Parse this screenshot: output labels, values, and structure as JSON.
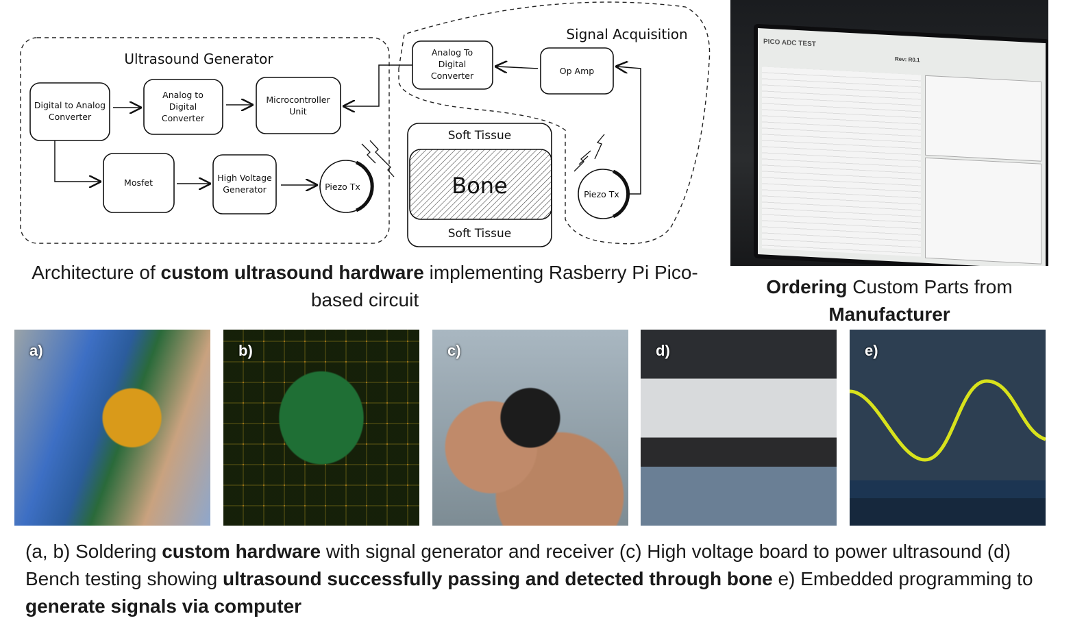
{
  "diagram": {
    "generator_title": "Ultrasound Generator",
    "acquisition_title": "Signal Acquisition",
    "dac": [
      "Digital to Analog",
      "Converter"
    ],
    "adc": [
      "Analog to",
      "Digital",
      "Converter"
    ],
    "mcu": [
      "Microcontroller",
      "Unit"
    ],
    "mosfet": "Mosfet",
    "hvg": [
      "High Voltage",
      "Generator"
    ],
    "piezo_tx": "Piezo Tx",
    "adc2": [
      "Analog To",
      "Digital",
      "Converter"
    ],
    "op_amp": "Op Amp",
    "soft_tissue_top": "Soft Tissue",
    "bone": "Bone",
    "soft_tissue_bottom": "Soft Tissue",
    "piezo_rx": "Piezo Tx"
  },
  "caption_architecture": {
    "p1": "Architecture of ",
    "b1": "custom ultrasound hardware",
    "p2": " implementing Rasberry Pi Pico-based circuit"
  },
  "laptop": {
    "screen_title": "PICO ADC TEST",
    "revision": "Rev: R0.1"
  },
  "caption_ordering": {
    "b1": "Ordering",
    "p1": " Custom Parts from ",
    "b2": "Manufacturer"
  },
  "photos": [
    {
      "label": "a)"
    },
    {
      "label": "b)"
    },
    {
      "label": "c)"
    },
    {
      "label": "d)"
    },
    {
      "label": "e)"
    }
  ],
  "caption_bottom": {
    "p1": "(a, b) Soldering ",
    "b1": "custom hardware",
    "p2": " with signal generator and receiver (c) High voltage board to power ultrasound (d) Bench testing showing ",
    "b2": "ultrasound successfully passing and detected through bone",
    "p3": " e) Embedded programming to ",
    "b3": "generate signals via computer"
  },
  "colors": {
    "waveform": "#d8e21c",
    "scope_bg": "#2d3f52"
  }
}
